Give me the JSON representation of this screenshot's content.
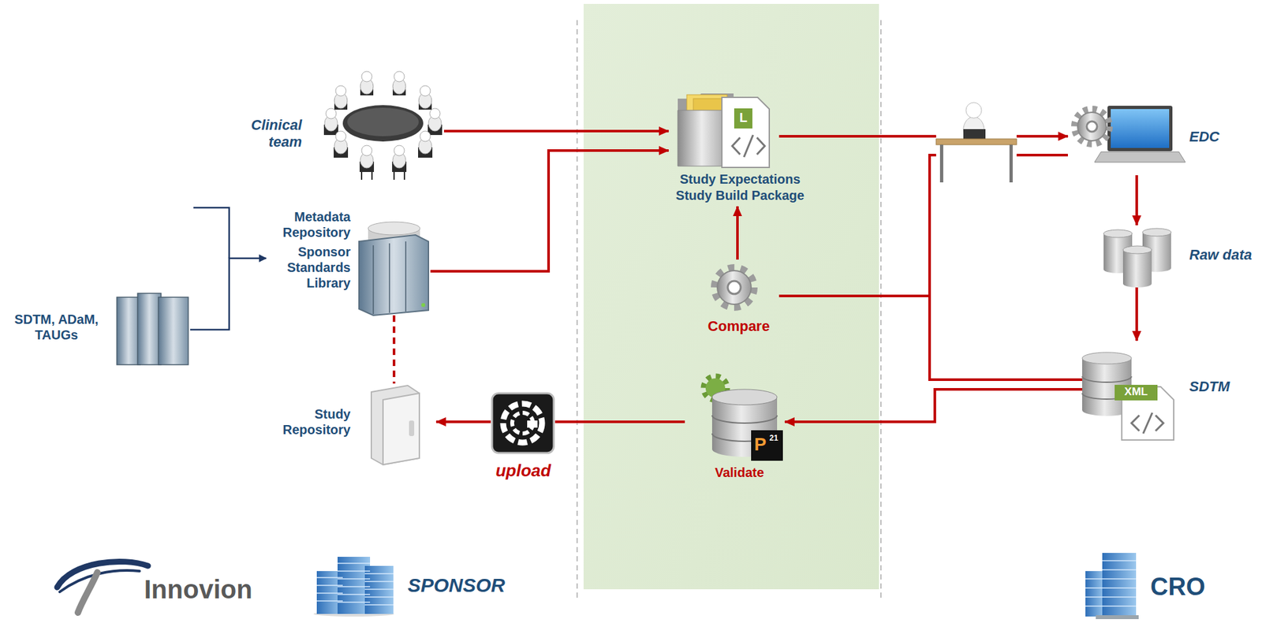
{
  "diagram": {
    "nodes": [
      {
        "text": [
          "Clinical team"
        ]
      },
      {
        "text": [
          "Study Expectations",
          "Study Build Package"
        ]
      },
      {
        "text": [
          "EDC"
        ]
      },
      {
        "text": [
          "SDTM, ADaM, TAUGs"
        ]
      },
      {
        "text": [
          "Metadata Repository",
          "Sponsor Standards Library"
        ]
      },
      {
        "text": [
          "Compare"
        ]
      },
      {
        "text": [
          "Raw data"
        ]
      },
      {
        "text": [
          "SDTM"
        ]
      },
      {
        "text": [
          "Study Repository"
        ]
      },
      {
        "text": [
          "upload"
        ]
      },
      {
        "text": [
          "Validate"
        ]
      }
    ],
    "edges": [
      {
        "from": 0,
        "to": 1,
        "arrow": "to"
      },
      {
        "from": 4,
        "to": 1,
        "arrow": "to"
      },
      {
        "from": 1,
        "to": 2,
        "arrow": "to"
      },
      {
        "from": 2,
        "to": 6,
        "arrow": "to"
      },
      {
        "from": 6,
        "to": 7,
        "arrow": "to"
      },
      {
        "from": 5,
        "to": 1,
        "arrow": "to"
      },
      {
        "from": 2,
        "to": 5,
        "arrow": "none"
      },
      {
        "from": 7,
        "to": 5,
        "arrow": "none"
      },
      {
        "from": 7,
        "to": 10,
        "arrow": "to"
      },
      {
        "from": 10,
        "to": 9,
        "arrow": "none"
      },
      {
        "from": 9,
        "to": 8,
        "arrow": "to"
      },
      {
        "from": 4,
        "to": 8,
        "arrow": "none"
      },
      {
        "from": 3,
        "to": 4,
        "arrow": "to"
      }
    ],
    "labels": [
      "L",
      "XML",
      "P",
      "21",
      "Innovion",
      "SPONSOR",
      "CRO"
    ]
  }
}
